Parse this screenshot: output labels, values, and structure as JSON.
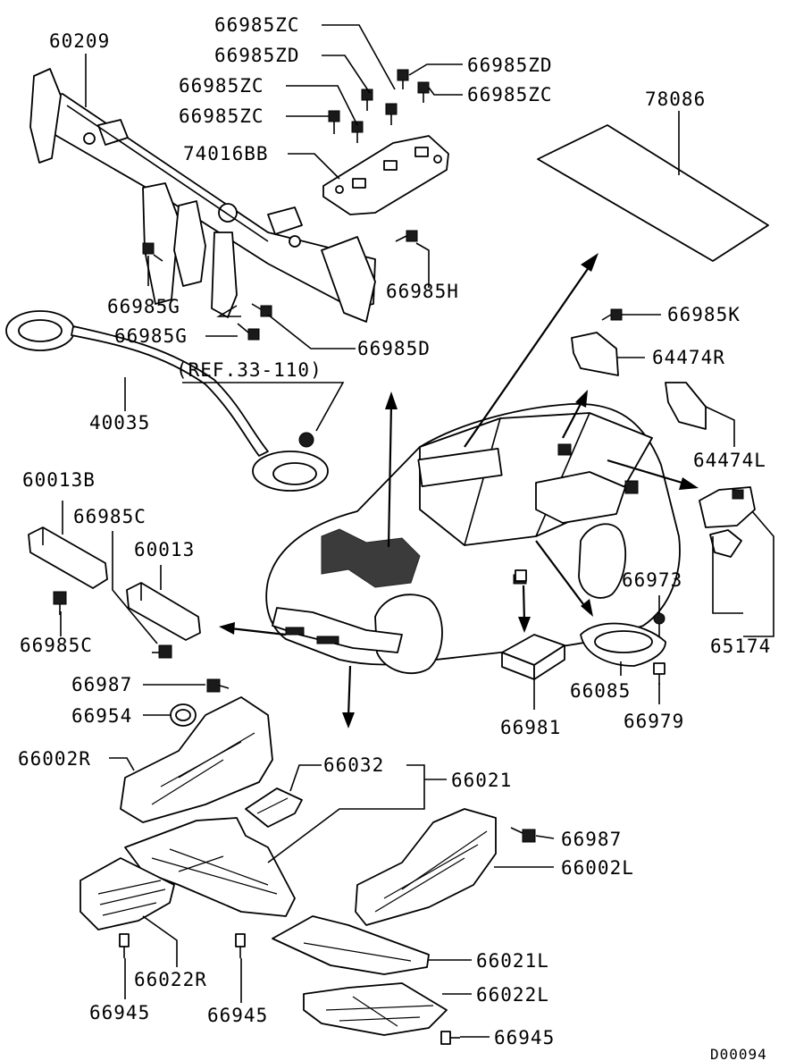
{
  "labels": {
    "l66985zc_1": "66985ZC",
    "l66985zd_1": "66985ZD",
    "l66985zd_2": "66985ZD",
    "l66985zc_2": "66985ZC",
    "l66985zc_3": "66985ZC",
    "l66985zc_4": "66985ZC",
    "l60209": "60209",
    "l74016bb": "74016BB",
    "l78086": "78086",
    "l66985h": "66985H",
    "l66985g_1": "66985G",
    "l66985g_2": "66985G",
    "l66985d": "66985D",
    "l66985k": "66985K",
    "l64474r": "64474R",
    "lref": "(REF.33-110)",
    "l40035": "40035",
    "l64474l": "64474L",
    "l60013b": "60013B",
    "l66985c_1": "66985C",
    "l60013": "60013",
    "l66973": "66973",
    "l66985c_2": "66985C",
    "l65174": "65174",
    "l66987_1": "66987",
    "l66085": "66085",
    "l66954": "66954",
    "l66981": "66981",
    "l66979": "66979",
    "l66002r": "66002R",
    "l66032": "66032",
    "l66021": "66021",
    "l66987_2": "66987",
    "l66002l": "66002L",
    "l66021l": "66021L",
    "l66022r": "66022R",
    "l66022l": "66022L",
    "l66945_1": "66945",
    "l66945_2": "66945",
    "l66945_3": "66945",
    "ldiag": "D00094"
  }
}
